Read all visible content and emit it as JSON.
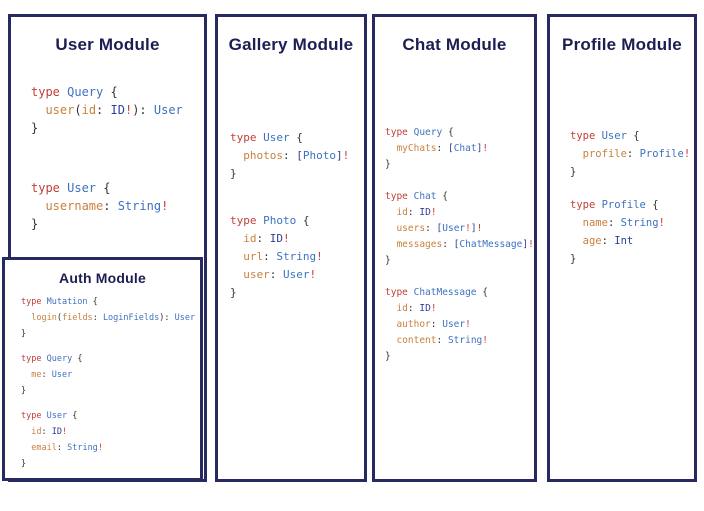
{
  "diagram": {
    "colors": {
      "border": "#262a5e",
      "heading": "#1c1e52",
      "keyword_red": "#c0403a",
      "typename_blue": "#3d72c0",
      "field_orange": "#c8823f",
      "builtin_navy": "#2e3f96",
      "punctuation": "#333333",
      "bang_red": "#c0403a",
      "background": "#ffffff"
    },
    "panels": [
      {
        "id": "user",
        "title": "User Module",
        "blocks": [
          [
            [
              [
                "kw",
                "type "
              ],
              [
                "ty",
                "Query "
              ],
              [
                "pn",
                "{"
              ]
            ],
            [
              [
                "pn",
                "  "
              ],
              [
                "fld",
                "user"
              ],
              [
                "pn",
                "("
              ],
              [
                "fld",
                "id"
              ],
              [
                "pn",
                ": "
              ],
              [
                "bi",
                "ID"
              ],
              [
                "bang",
                "!"
              ],
              [
                "pn",
                "): "
              ],
              [
                "ty",
                "User"
              ]
            ],
            [
              [
                "pn",
                "}"
              ]
            ]
          ],
          [
            [
              [
                "kw",
                "type "
              ],
              [
                "ty",
                "User "
              ],
              [
                "pn",
                "{"
              ]
            ],
            [
              [
                "pn",
                "  "
              ],
              [
                "fld",
                "username"
              ],
              [
                "pn",
                ": "
              ],
              [
                "ty",
                "String"
              ],
              [
                "bang",
                "!"
              ]
            ],
            [
              [
                "pn",
                "}"
              ]
            ]
          ]
        ]
      },
      {
        "id": "gallery",
        "title": "Gallery Module",
        "blocks": [
          [
            [
              [
                "kw",
                "type "
              ],
              [
                "ty",
                "User "
              ],
              [
                "pn",
                "{"
              ]
            ],
            [
              [
                "pn",
                "  "
              ],
              [
                "fld",
                "photos"
              ],
              [
                "pn",
                ": "
              ],
              [
                "bi",
                "["
              ],
              [
                "ty",
                "Photo"
              ],
              [
                "bi",
                "]"
              ],
              [
                "bang",
                "!"
              ]
            ],
            [
              [
                "pn",
                "}"
              ]
            ]
          ],
          [
            [
              [
                "kw",
                "type "
              ],
              [
                "ty",
                "Photo "
              ],
              [
                "pn",
                "{"
              ]
            ],
            [
              [
                "pn",
                "  "
              ],
              [
                "fld",
                "id"
              ],
              [
                "pn",
                ": "
              ],
              [
                "bi",
                "ID"
              ],
              [
                "bang",
                "!"
              ]
            ],
            [
              [
                "pn",
                "  "
              ],
              [
                "fld",
                "url"
              ],
              [
                "pn",
                ": "
              ],
              [
                "ty",
                "String"
              ],
              [
                "bang",
                "!"
              ]
            ],
            [
              [
                "pn",
                "  "
              ],
              [
                "fld",
                "user"
              ],
              [
                "pn",
                ": "
              ],
              [
                "ty",
                "User"
              ],
              [
                "bang",
                "!"
              ]
            ],
            [
              [
                "pn",
                "}"
              ]
            ]
          ]
        ]
      },
      {
        "id": "chat",
        "title": "Chat Module",
        "blocks": [
          [
            [
              [
                "kw",
                "type "
              ],
              [
                "ty",
                "Query "
              ],
              [
                "pn",
                "{"
              ]
            ],
            [
              [
                "pn",
                "  "
              ],
              [
                "fld",
                "myChats"
              ],
              [
                "pn",
                ": "
              ],
              [
                "bi",
                "["
              ],
              [
                "ty",
                "Chat"
              ],
              [
                "bi",
                "]"
              ],
              [
                "bang",
                "!"
              ]
            ],
            [
              [
                "pn",
                "}"
              ]
            ]
          ],
          [
            [
              [
                "kw",
                "type "
              ],
              [
                "ty",
                "Chat "
              ],
              [
                "pn",
                "{"
              ]
            ],
            [
              [
                "pn",
                "  "
              ],
              [
                "fld",
                "id"
              ],
              [
                "pn",
                ": "
              ],
              [
                "bi",
                "ID"
              ],
              [
                "bang",
                "!"
              ]
            ],
            [
              [
                "pn",
                "  "
              ],
              [
                "fld",
                "users"
              ],
              [
                "pn",
                ": "
              ],
              [
                "bi",
                "["
              ],
              [
                "ty",
                "User"
              ],
              [
                "bang",
                "!"
              ],
              [
                "bi",
                "]"
              ],
              [
                "bang",
                "!"
              ]
            ],
            [
              [
                "pn",
                "  "
              ],
              [
                "fld",
                "messages"
              ],
              [
                "pn",
                ": "
              ],
              [
                "bi",
                "["
              ],
              [
                "ty",
                "ChatMessage"
              ],
              [
                "bi",
                "]"
              ],
              [
                "bang",
                "!"
              ]
            ],
            [
              [
                "pn",
                "}"
              ]
            ]
          ],
          [
            [
              [
                "kw",
                "type "
              ],
              [
                "ty",
                "ChatMessage "
              ],
              [
                "pn",
                "{"
              ]
            ],
            [
              [
                "pn",
                "  "
              ],
              [
                "fld",
                "id"
              ],
              [
                "pn",
                ": "
              ],
              [
                "bi",
                "ID"
              ],
              [
                "bang",
                "!"
              ]
            ],
            [
              [
                "pn",
                "  "
              ],
              [
                "fld",
                "author"
              ],
              [
                "pn",
                ": "
              ],
              [
                "ty",
                "User"
              ],
              [
                "bang",
                "!"
              ]
            ],
            [
              [
                "pn",
                "  "
              ],
              [
                "fld",
                "content"
              ],
              [
                "pn",
                ": "
              ],
              [
                "ty",
                "String"
              ],
              [
                "bang",
                "!"
              ]
            ],
            [
              [
                "pn",
                "}"
              ]
            ]
          ]
        ]
      },
      {
        "id": "profile",
        "title": "Profile Module",
        "blocks": [
          [
            [
              [
                "kw",
                "type "
              ],
              [
                "ty",
                "User "
              ],
              [
                "pn",
                "{"
              ]
            ],
            [
              [
                "pn",
                "  "
              ],
              [
                "fld",
                "profile"
              ],
              [
                "pn",
                ": "
              ],
              [
                "ty",
                "Profile"
              ],
              [
                "bang",
                "!"
              ]
            ],
            [
              [
                "pn",
                "}"
              ]
            ]
          ],
          [
            [
              [
                "kw",
                "type "
              ],
              [
                "ty",
                "Profile "
              ],
              [
                "pn",
                "{"
              ]
            ],
            [
              [
                "pn",
                "  "
              ],
              [
                "fld",
                "name"
              ],
              [
                "pn",
                ": "
              ],
              [
                "ty",
                "String"
              ],
              [
                "bang",
                "!"
              ]
            ],
            [
              [
                "pn",
                "  "
              ],
              [
                "fld",
                "age"
              ],
              [
                "pn",
                ": "
              ],
              [
                "bi",
                "Int"
              ]
            ],
            [
              [
                "pn",
                "}"
              ]
            ]
          ]
        ]
      },
      {
        "id": "auth",
        "title": "Auth Module",
        "blocks": [
          [
            [
              [
                "kw",
                "type "
              ],
              [
                "ty",
                "Mutation "
              ],
              [
                "pn",
                "{"
              ]
            ],
            [
              [
                "pn",
                "  "
              ],
              [
                "fld",
                "login"
              ],
              [
                "pn",
                "("
              ],
              [
                "fld",
                "fields"
              ],
              [
                "pn",
                ": "
              ],
              [
                "ty",
                "LoginFields"
              ],
              [
                "pn",
                "): "
              ],
              [
                "ty",
                "User"
              ]
            ],
            [
              [
                "pn",
                "}"
              ]
            ]
          ],
          [
            [
              [
                "kw",
                "type "
              ],
              [
                "ty",
                "Query "
              ],
              [
                "pn",
                "{"
              ]
            ],
            [
              [
                "pn",
                "  "
              ],
              [
                "fld",
                "me"
              ],
              [
                "pn",
                ": "
              ],
              [
                "ty",
                "User"
              ]
            ],
            [
              [
                "pn",
                "}"
              ]
            ]
          ],
          [
            [
              [
                "kw",
                "type "
              ],
              [
                "ty",
                "User "
              ],
              [
                "pn",
                "{"
              ]
            ],
            [
              [
                "pn",
                "  "
              ],
              [
                "fld",
                "id"
              ],
              [
                "pn",
                ": "
              ],
              [
                "bi",
                "ID"
              ],
              [
                "bang",
                "!"
              ]
            ],
            [
              [
                "pn",
                "  "
              ],
              [
                "fld",
                "email"
              ],
              [
                "pn",
                ": "
              ],
              [
                "ty",
                "String"
              ],
              [
                "bang",
                "!"
              ]
            ],
            [
              [
                "pn",
                "}"
              ]
            ]
          ]
        ]
      }
    ]
  }
}
